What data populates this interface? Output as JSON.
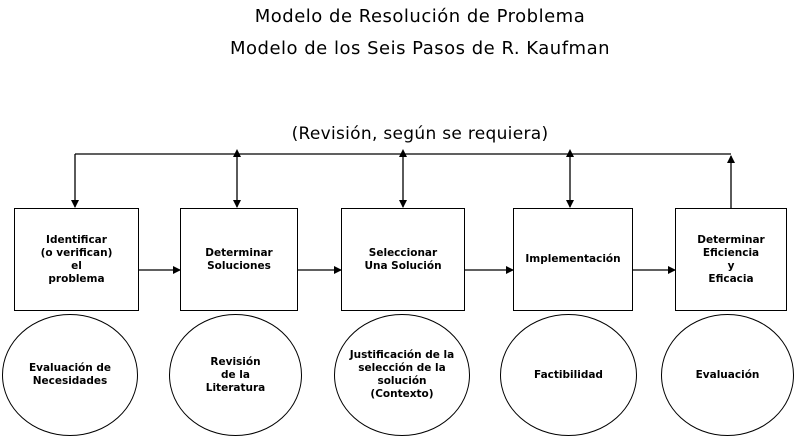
{
  "title_line1": "Modelo de Resolución de Problema",
  "title_line2": "Modelo de los Seis Pasos de R. Kaufman",
  "loop_label": "(Revisión, según se requiera)",
  "steps": [
    {
      "box": "Identificar\n(o verifican)\nel\nproblema",
      "oval": "Evaluación de\nNecesidades"
    },
    {
      "box": "Determinar\nSoluciones",
      "oval": "Revisión\nde la\nLiteratura"
    },
    {
      "box": "Seleccionar\nUna Solución",
      "oval": "Justificación de la\nselección de la\nsolución\n(Contexto)"
    },
    {
      "box": "Implementación",
      "oval": "Factibilidad"
    },
    {
      "box": "Determinar\nEficiencia\ny\nEficacia",
      "oval": "Evaluación"
    }
  ]
}
